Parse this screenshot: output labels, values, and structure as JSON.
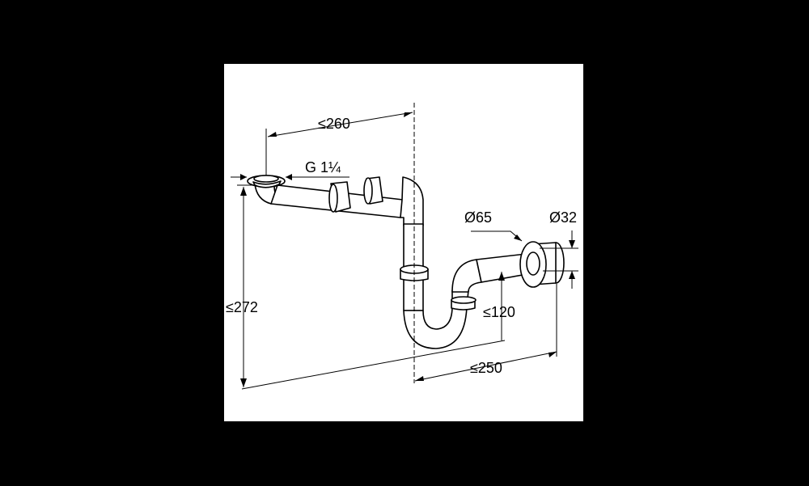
{
  "background_color": "#000000",
  "panel_color": "#ffffff",
  "line_color": "#000000",
  "labels": {
    "dim_width_top": "≤260",
    "thread": "G 1¼",
    "dim_height": "≤272",
    "diameter_wall": "Ø65",
    "diameter_outlet": "Ø32",
    "dim_outlet_height": "≤120",
    "dim_width_bottom": "≤250"
  }
}
